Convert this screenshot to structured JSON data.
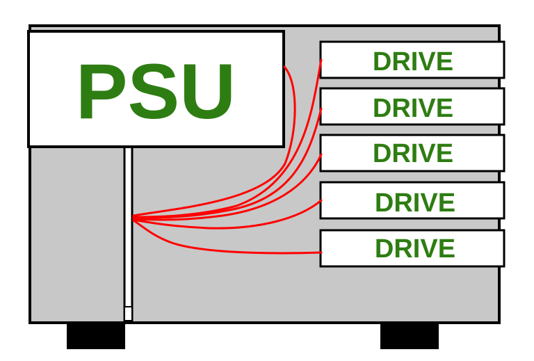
{
  "psu": {
    "label": "PSU"
  },
  "drives": [
    {
      "label": "DRIVE"
    },
    {
      "label": "DRIVE"
    },
    {
      "label": "DRIVE"
    },
    {
      "label": "DRIVE"
    },
    {
      "label": "DRIVE"
    }
  ],
  "colors": {
    "case_fill": "#c8c8c8",
    "outline": "#000000",
    "label_green": "#2e7d12",
    "cable_red": "#ff0000",
    "box_fill": "#ffffff"
  }
}
